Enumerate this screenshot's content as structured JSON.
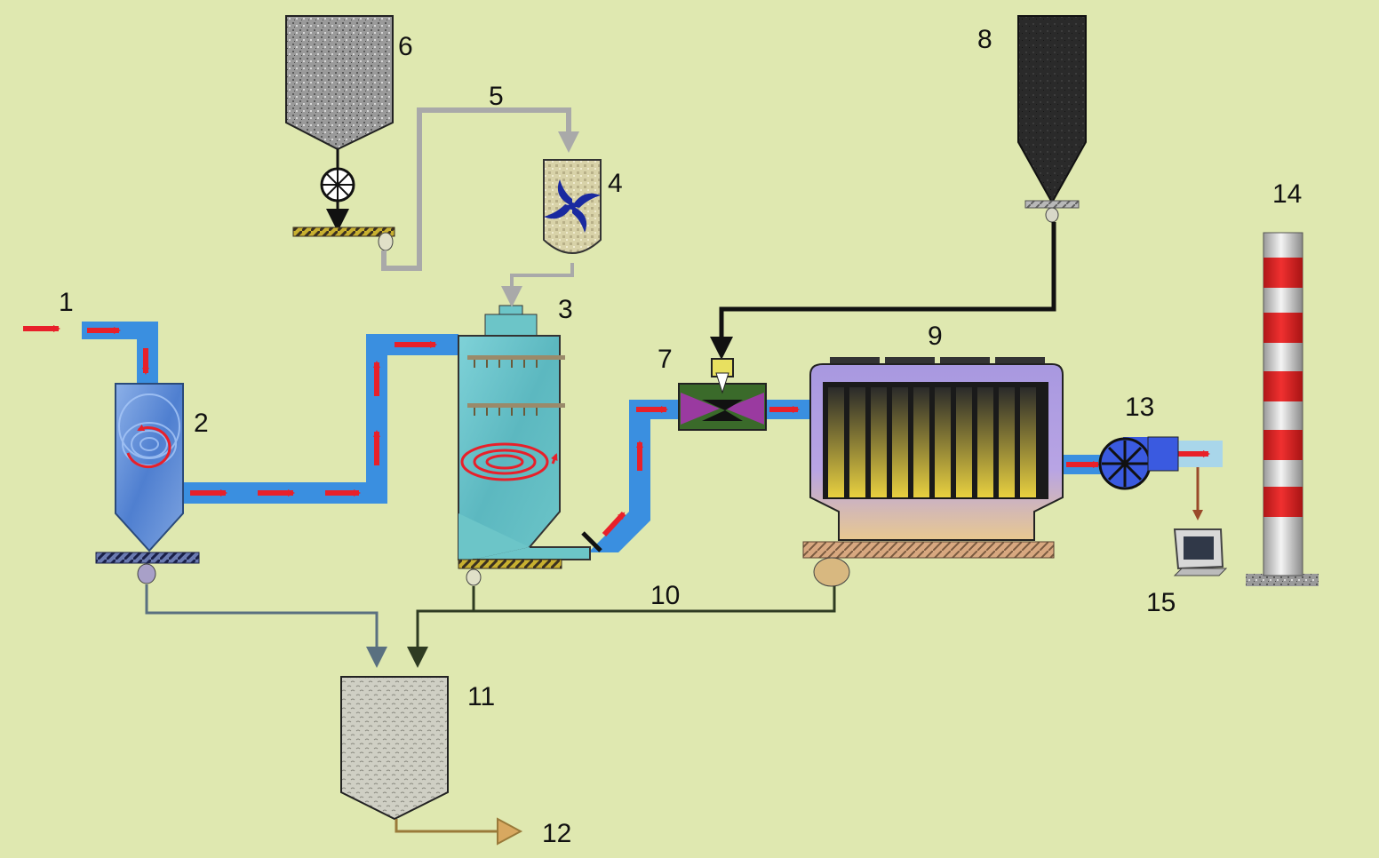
{
  "labels": {
    "n1": "1",
    "n2": "2",
    "n3": "3",
    "n4": "4",
    "n5": "5",
    "n6": "6",
    "n7": "7",
    "n8": "8",
    "n9": "9",
    "n10": "10",
    "n11": "11",
    "n12": "12",
    "n13": "13",
    "n14": "14",
    "n15": "15"
  },
  "colors": {
    "background": "#dfe8b0",
    "gas_duct": "#3a8fe0",
    "gas_arrow": "#e8202a",
    "sorbent_line": "#a9a9a9",
    "carbon_line": "#111111",
    "ash_line": "#2f3b22",
    "product_line": "#9a7a3a",
    "stack_red": "#e02a2a",
    "stack_white": "#e6e6e6"
  },
  "icons": {
    "cyclone": "cyclone-separator-icon",
    "reactor": "spray-reactor-icon",
    "mixer": "mixer-icon",
    "silo": "lime-silo-icon",
    "carbon_silo": "carbon-silo-icon",
    "venturi": "venturi-injector-icon",
    "bag_filter": "bag-filter-icon",
    "fan": "induced-draft-fan-icon",
    "stack": "chimney-stack-icon",
    "monitor": "monitor-icon",
    "ash_silo": "ash-silo-icon"
  }
}
